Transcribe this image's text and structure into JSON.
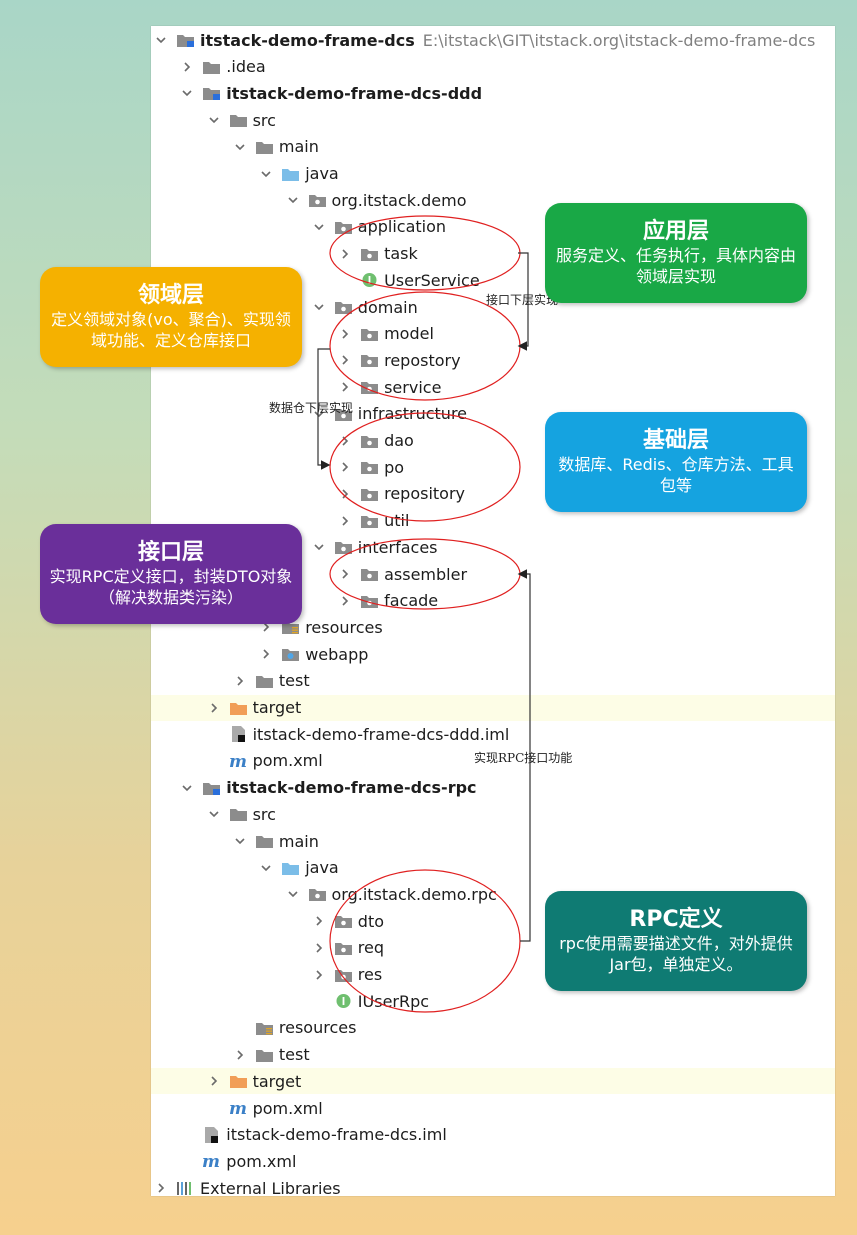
{
  "tree": [
    {
      "label": "itstack-demo-frame-dcs",
      "path": "E:\\itstack\\GIT\\itstack.org\\itstack-demo-frame-dcs",
      "depth": 0,
      "arrow": "down",
      "icon": "module-folder-icon",
      "bold": true
    },
    {
      "label": ".idea",
      "depth": 1,
      "arrow": "right",
      "icon": "folder-icon"
    },
    {
      "label": "itstack-demo-frame-dcs-ddd",
      "depth": 1,
      "arrow": "down",
      "icon": "module-folder-icon",
      "bold": true
    },
    {
      "label": "src",
      "depth": 2,
      "arrow": "down",
      "icon": "folder-icon"
    },
    {
      "label": "main",
      "depth": 3,
      "arrow": "down",
      "icon": "folder-icon"
    },
    {
      "label": "java",
      "depth": 4,
      "arrow": "down",
      "icon": "source-folder-icon"
    },
    {
      "label": "org.itstack.demo",
      "depth": 5,
      "arrow": "down",
      "icon": "package-icon"
    },
    {
      "label": "application",
      "depth": 6,
      "arrow": "down",
      "icon": "package-icon"
    },
    {
      "label": "task",
      "depth": 7,
      "arrow": "right",
      "icon": "package-icon"
    },
    {
      "label": "UserService",
      "depth": 7,
      "arrow": "none",
      "icon": "interface-icon"
    },
    {
      "label": "domain",
      "depth": 6,
      "arrow": "down",
      "icon": "package-icon"
    },
    {
      "label": "model",
      "depth": 7,
      "arrow": "right",
      "icon": "package-icon"
    },
    {
      "label": "repostory",
      "depth": 7,
      "arrow": "right",
      "icon": "package-icon"
    },
    {
      "label": "service",
      "depth": 7,
      "arrow": "right",
      "icon": "package-icon"
    },
    {
      "label": "infrastructure",
      "depth": 6,
      "arrow": "down",
      "icon": "package-icon"
    },
    {
      "label": "dao",
      "depth": 7,
      "arrow": "right",
      "icon": "package-icon"
    },
    {
      "label": "po",
      "depth": 7,
      "arrow": "right",
      "icon": "package-icon"
    },
    {
      "label": "repository",
      "depth": 7,
      "arrow": "right",
      "icon": "package-icon"
    },
    {
      "label": "util",
      "depth": 7,
      "arrow": "right",
      "icon": "package-icon"
    },
    {
      "label": "interfaces",
      "depth": 6,
      "arrow": "down",
      "icon": "package-icon"
    },
    {
      "label": "assembler",
      "depth": 7,
      "arrow": "right",
      "icon": "package-icon"
    },
    {
      "label": "facade",
      "depth": 7,
      "arrow": "right",
      "icon": "package-icon"
    },
    {
      "label": "resources",
      "depth": 4,
      "arrow": "right",
      "icon": "resources-folder-icon"
    },
    {
      "label": "webapp",
      "depth": 4,
      "arrow": "right",
      "icon": "web-folder-icon"
    },
    {
      "label": "test",
      "depth": 3,
      "arrow": "right",
      "icon": "folder-icon"
    },
    {
      "label": "target",
      "depth": 2,
      "arrow": "right",
      "icon": "excluded-folder-icon",
      "highlight": true
    },
    {
      "label": "itstack-demo-frame-dcs-ddd.iml",
      "depth": 2,
      "arrow": "none",
      "icon": "iml-file-icon"
    },
    {
      "label": "pom.xml",
      "depth": 2,
      "arrow": "none",
      "icon": "maven-icon"
    },
    {
      "label": "itstack-demo-frame-dcs-rpc",
      "depth": 1,
      "arrow": "down",
      "icon": "module-folder-icon",
      "bold": true
    },
    {
      "label": "src",
      "depth": 2,
      "arrow": "down",
      "icon": "folder-icon"
    },
    {
      "label": "main",
      "depth": 3,
      "arrow": "down",
      "icon": "folder-icon"
    },
    {
      "label": "java",
      "depth": 4,
      "arrow": "down",
      "icon": "source-folder-icon"
    },
    {
      "label": "org.itstack.demo.rpc",
      "depth": 5,
      "arrow": "down",
      "icon": "package-icon"
    },
    {
      "label": "dto",
      "depth": 6,
      "arrow": "right",
      "icon": "package-icon"
    },
    {
      "label": "req",
      "depth": 6,
      "arrow": "right",
      "icon": "package-icon"
    },
    {
      "label": "res",
      "depth": 6,
      "arrow": "right",
      "icon": "package-icon"
    },
    {
      "label": "IUserRpc",
      "depth": 6,
      "arrow": "none",
      "icon": "interface-icon"
    },
    {
      "label": "resources",
      "depth": 3,
      "arrow": "none",
      "icon": "resources-folder-icon"
    },
    {
      "label": "test",
      "depth": 3,
      "arrow": "right",
      "icon": "folder-icon"
    },
    {
      "label": "target",
      "depth": 2,
      "arrow": "right",
      "icon": "excluded-folder-icon",
      "highlight": true
    },
    {
      "label": "pom.xml",
      "depth": 2,
      "arrow": "none",
      "icon": "maven-icon"
    },
    {
      "label": "itstack-demo-frame-dcs.iml",
      "depth": 1,
      "arrow": "none",
      "icon": "iml-file-icon"
    },
    {
      "label": "pom.xml",
      "depth": 1,
      "arrow": "none",
      "icon": "maven-icon"
    },
    {
      "label": "External Libraries",
      "depth": 0,
      "arrow": "right",
      "icon": "libraries-icon"
    }
  ],
  "callouts": {
    "domain": {
      "title": "领域层",
      "desc": "定义领域对象(vo、聚合)、实现领域功能、定义仓库接口",
      "color": "#f5b100"
    },
    "application": {
      "title": "应用层",
      "desc": "服务定义、任务执行，具体内容由领域层实现",
      "color": "#19a846"
    },
    "infrastructure": {
      "title": "基础层",
      "desc": "数据库、Redis、仓库方法、工具包等",
      "color": "#15a3e0"
    },
    "interfaces": {
      "title": "接口层",
      "desc": "实现RPC定义接口，封装DTO对象（解决数据类污染）",
      "color": "#6a2f9a"
    },
    "rpc": {
      "title": "RPC定义",
      "desc": "rpc使用需要描述文件，对外提供Jar包，单独定义。",
      "color": "#0f7b73"
    }
  },
  "notes": {
    "app_impl": "接口下层实现",
    "repo_impl": "数据仓下层实现",
    "rpc_impl": "实现RPC接口功能"
  },
  "colors": {
    "folder": "#8c8c8c",
    "source_folder": "#7bbde8",
    "excluded_folder": "#f19e57",
    "interface": "#6fbf6f",
    "maven": "#3b80c7",
    "ellipse": "#e02020",
    "highlight": "#fdfde6"
  }
}
